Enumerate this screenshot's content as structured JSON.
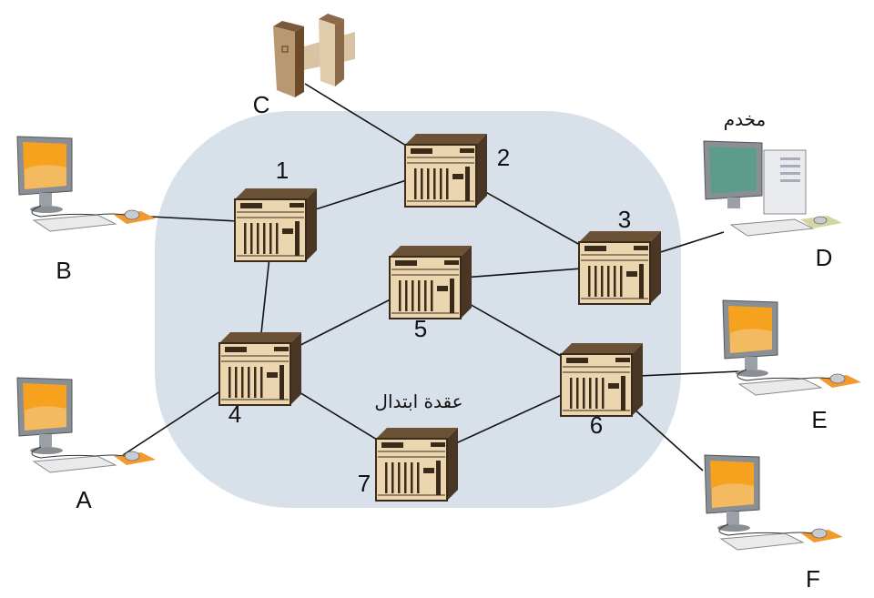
{
  "colors": {
    "cloud": "#d8e1ea",
    "switch_front": "#ecd6b0",
    "switch_dark": "#3a2a1a",
    "switch_side": "#6b5236",
    "screen": "#f7a21e",
    "server_screen": "#5e9c8a",
    "mousepad": "#f29a2e",
    "link": "#111111"
  },
  "labels": {
    "server_caption": "مخدم",
    "switch_caption": "عقدة ابتدال"
  },
  "switches": [
    {
      "id": "1",
      "label": "1"
    },
    {
      "id": "2",
      "label": "2"
    },
    {
      "id": "3",
      "label": "3"
    },
    {
      "id": "4",
      "label": "4"
    },
    {
      "id": "5",
      "label": "5"
    },
    {
      "id": "6",
      "label": "6"
    },
    {
      "id": "7",
      "label": "7"
    }
  ],
  "hosts": [
    {
      "id": "A",
      "label": "A",
      "icon": "computer-icon"
    },
    {
      "id": "B",
      "label": "B",
      "icon": "computer-icon"
    },
    {
      "id": "C",
      "label": "C",
      "icon": "building-icon"
    },
    {
      "id": "D",
      "label": "D",
      "icon": "server-icon"
    },
    {
      "id": "E",
      "label": "E",
      "icon": "computer-icon"
    },
    {
      "id": "F",
      "label": "F",
      "icon": "computer-icon"
    }
  ],
  "links": [
    [
      "C",
      "2"
    ],
    [
      "B",
      "1"
    ],
    [
      "1",
      "2"
    ],
    [
      "2",
      "3"
    ],
    [
      "1",
      "4"
    ],
    [
      "4",
      "5"
    ],
    [
      "5",
      "3"
    ],
    [
      "5",
      "6"
    ],
    [
      "4",
      "7"
    ],
    [
      "7",
      "6"
    ],
    [
      "A",
      "4"
    ],
    [
      "3",
      "D"
    ],
    [
      "6",
      "E"
    ],
    [
      "6",
      "F"
    ]
  ]
}
